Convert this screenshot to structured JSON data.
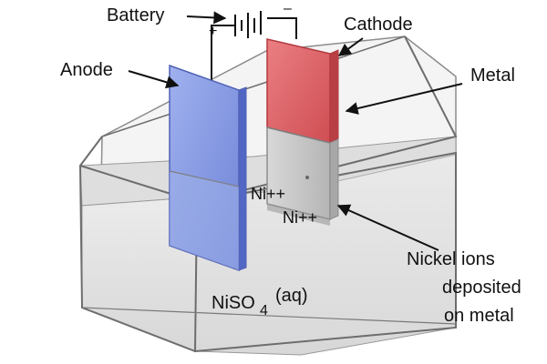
{
  "labels": {
    "battery": "Battery",
    "cathode": "Cathode",
    "anode": "Anode",
    "metal": "Metal",
    "nickel_line1": "Nickel ions",
    "nickel_line2": "deposited",
    "nickel_line3": "on metal",
    "solution_main": "NiSO",
    "solution_sub": "4",
    "solution_state": "(aq)"
  },
  "ions": {
    "ion1": "Ni++",
    "ion2": "Ni++"
  },
  "battery_signs": {
    "plus": "+",
    "minus": "–"
  },
  "colors": {
    "anode": "#7f93e2",
    "cathode": "#d85a5e",
    "metal_submerged": "#c8c8c8",
    "solution": "#e7e7e7",
    "tank_edge": "#6d6d6d"
  }
}
